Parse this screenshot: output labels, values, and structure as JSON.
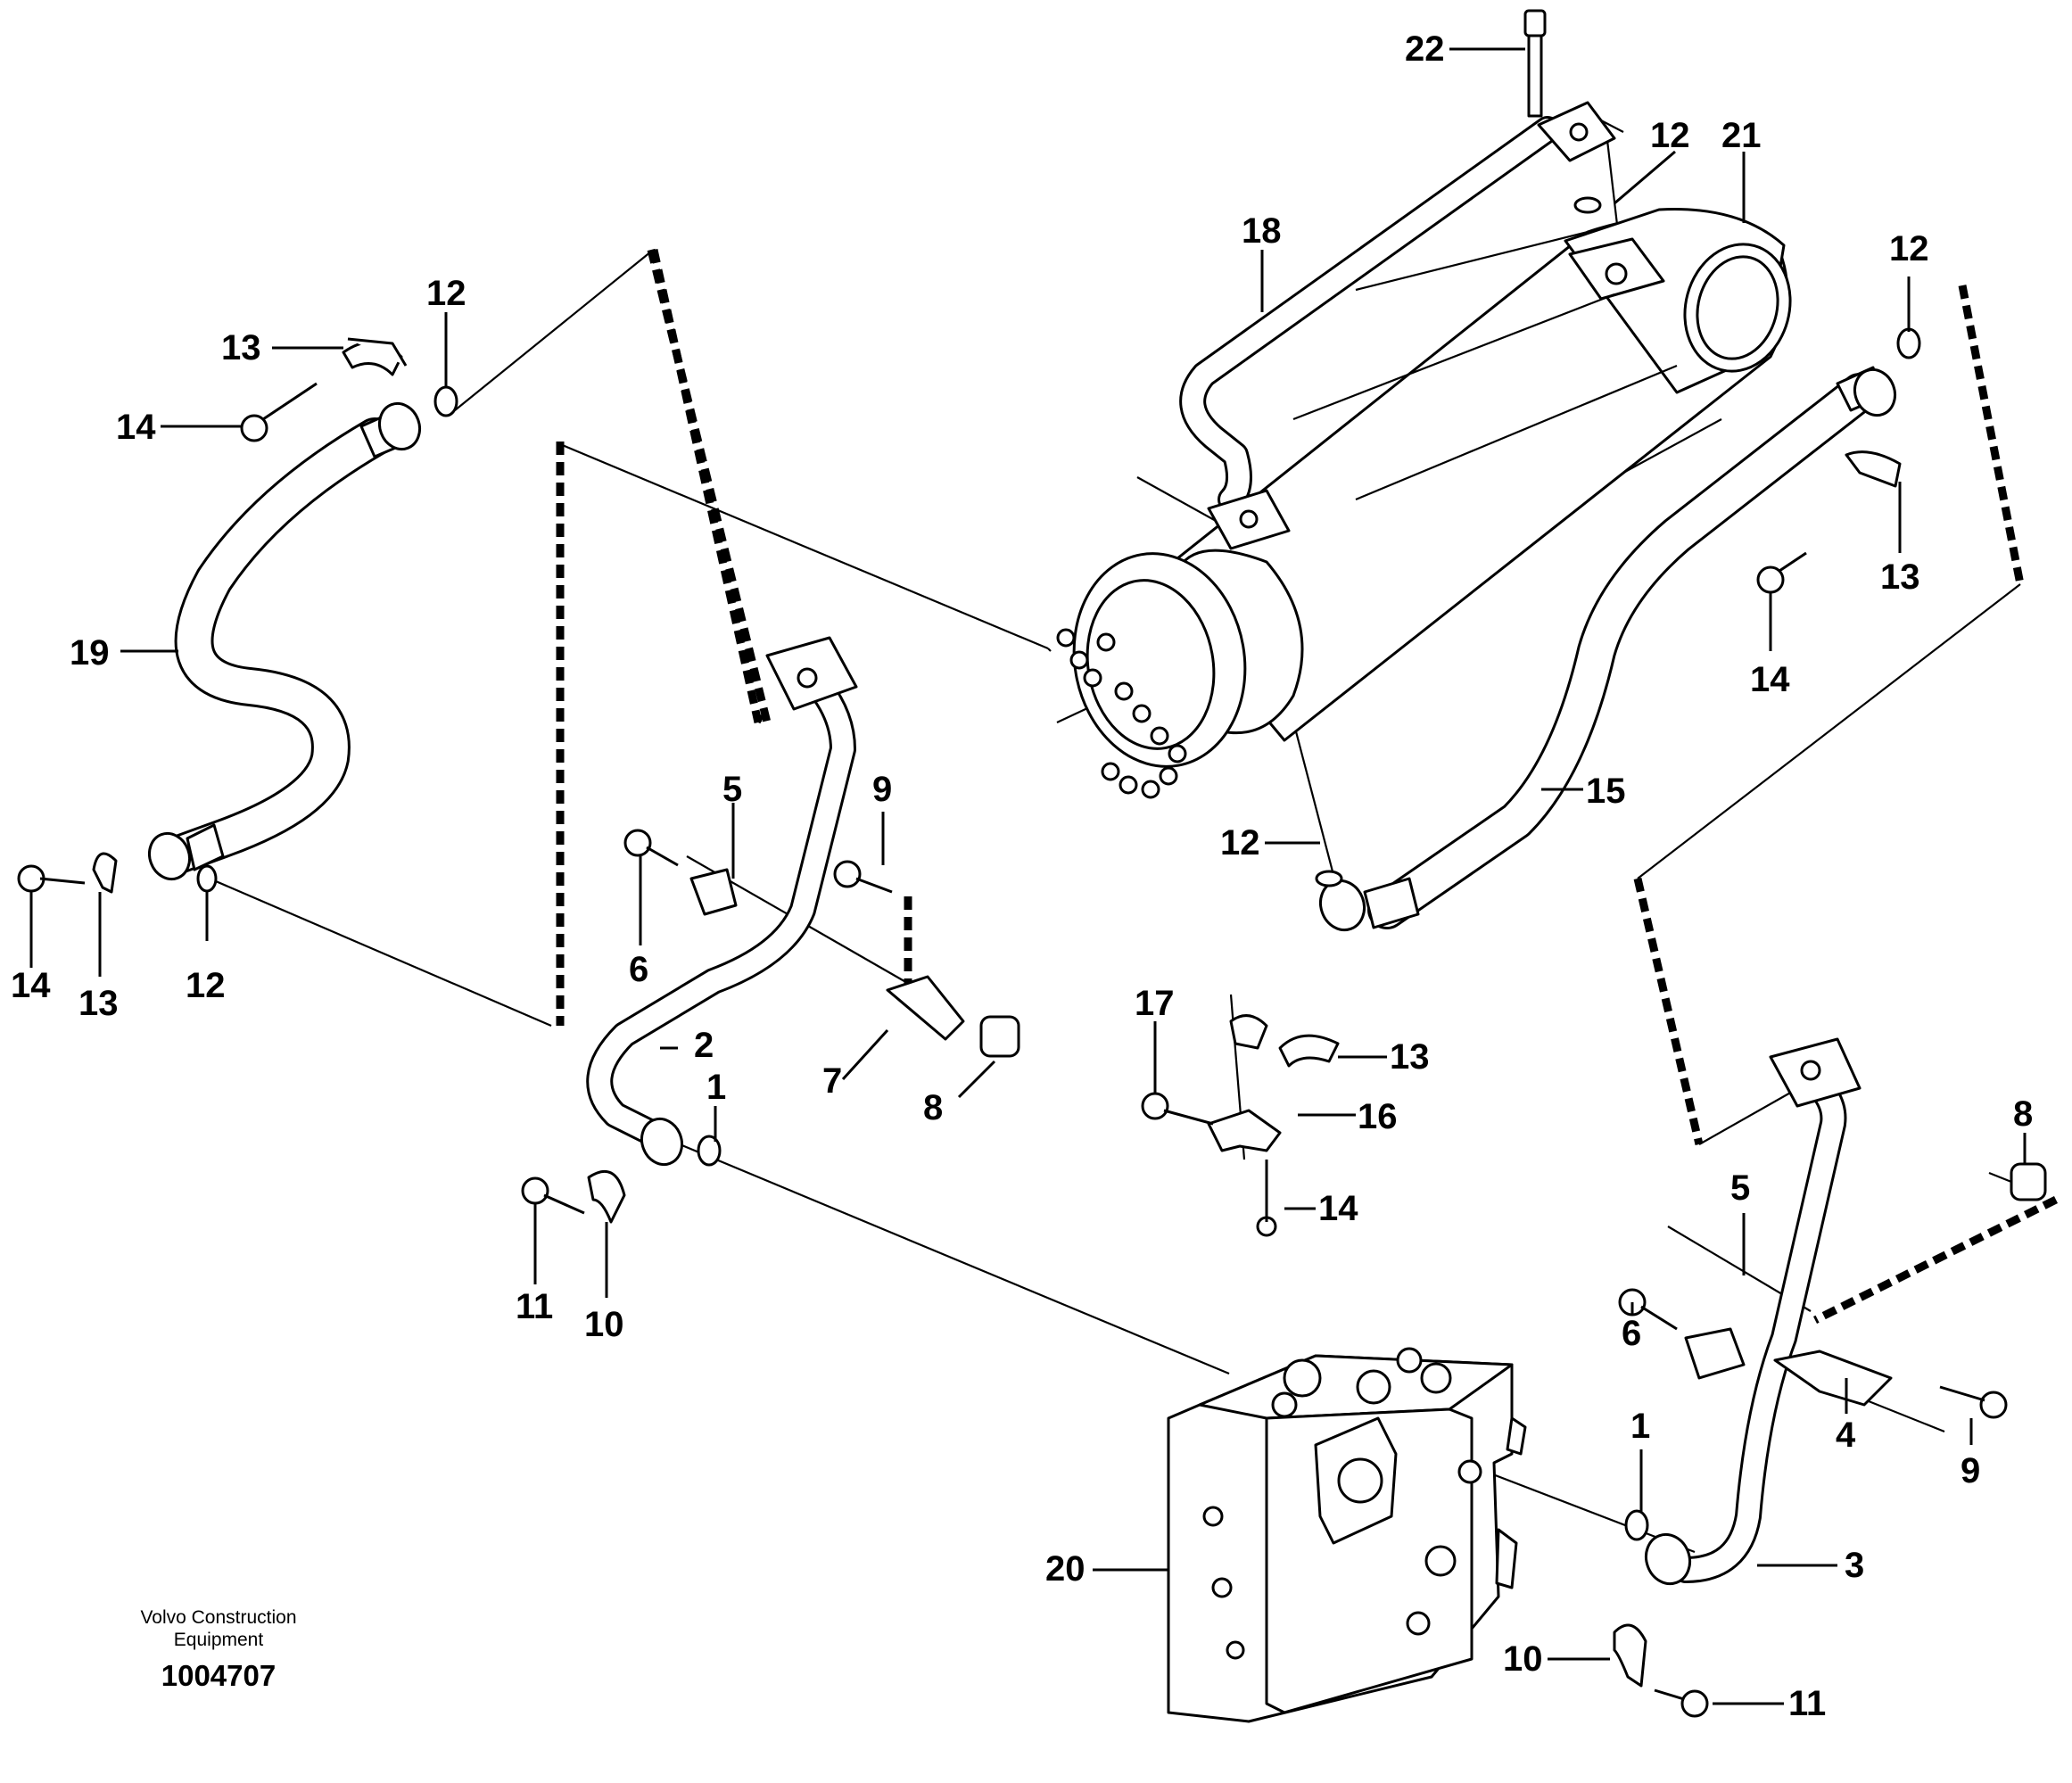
{
  "caption": {
    "company_line1": "Volvo Construction",
    "company_line2": "Equipment",
    "document_number": "1004707"
  },
  "callouts": [
    {
      "id": "c22",
      "text": "22"
    },
    {
      "id": "c12a",
      "text": "12"
    },
    {
      "id": "c21",
      "text": "21"
    },
    {
      "id": "c18",
      "text": "18"
    },
    {
      "id": "c12b",
      "text": "12"
    },
    {
      "id": "c13a",
      "text": "13"
    },
    {
      "id": "c14a",
      "text": "14"
    },
    {
      "id": "c12c",
      "text": "12"
    },
    {
      "id": "c13b",
      "text": "13"
    },
    {
      "id": "c19",
      "text": "19"
    },
    {
      "id": "c14b",
      "text": "14"
    },
    {
      "id": "c15",
      "text": "15"
    },
    {
      "id": "c5a",
      "text": "5"
    },
    {
      "id": "c9a",
      "text": "9"
    },
    {
      "id": "c12d",
      "text": "12"
    },
    {
      "id": "c6a",
      "text": "6"
    },
    {
      "id": "c14c",
      "text": "14"
    },
    {
      "id": "c13c",
      "text": "13"
    },
    {
      "id": "c12e",
      "text": "12"
    },
    {
      "id": "c17",
      "text": "17"
    },
    {
      "id": "c13d",
      "text": "13"
    },
    {
      "id": "c2",
      "text": "2"
    },
    {
      "id": "c7",
      "text": "7"
    },
    {
      "id": "c8a",
      "text": "8"
    },
    {
      "id": "c1a",
      "text": "1"
    },
    {
      "id": "c16",
      "text": "16"
    },
    {
      "id": "c14d",
      "text": "14"
    },
    {
      "id": "c8b",
      "text": "8"
    },
    {
      "id": "c5b",
      "text": "5"
    },
    {
      "id": "c11a",
      "text": "11"
    },
    {
      "id": "c10a",
      "text": "10"
    },
    {
      "id": "c6b",
      "text": "6"
    },
    {
      "id": "c4",
      "text": "4"
    },
    {
      "id": "c9b",
      "text": "9"
    },
    {
      "id": "c1b",
      "text": "1"
    },
    {
      "id": "c20",
      "text": "20"
    },
    {
      "id": "c3",
      "text": "3"
    },
    {
      "id": "c10b",
      "text": "10"
    },
    {
      "id": "c11b",
      "text": "11"
    }
  ]
}
